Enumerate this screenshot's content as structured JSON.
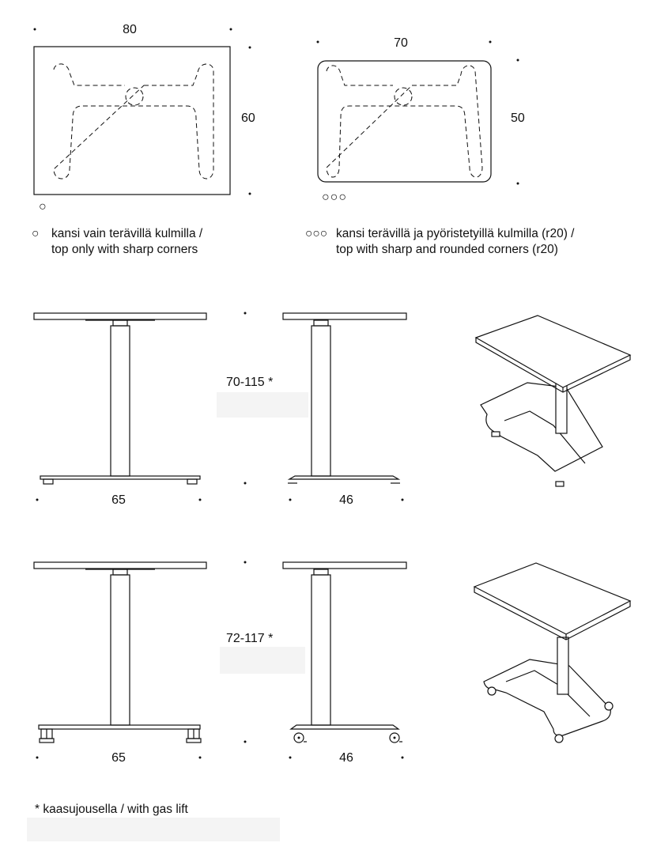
{
  "top_views": {
    "square": {
      "width_label": "80",
      "depth_label": "60",
      "marker": "○",
      "caption_marker": "○",
      "caption_fi": "kansi vain terävillä kulmilla /",
      "caption_en": "top only with sharp corners"
    },
    "rounded": {
      "width_label": "70",
      "depth_label": "50",
      "marker": "○○○",
      "caption_marker": "○○○",
      "caption_fi": "kansi terävillä ja pyöristetyillä kulmilla (r20) /",
      "caption_en": "top with sharp and rounded corners (r20)"
    }
  },
  "fixed_base_row": {
    "height_label": "70-115 *",
    "front_width_label": "65",
    "side_width_label": "46"
  },
  "caster_base_row": {
    "height_label": "72-117 *",
    "front_width_label": "65",
    "side_width_label": "46"
  },
  "footnote": "*  kaasujousella / with gas lift",
  "colors": {
    "line": "#111111",
    "background": "#ffffff"
  }
}
